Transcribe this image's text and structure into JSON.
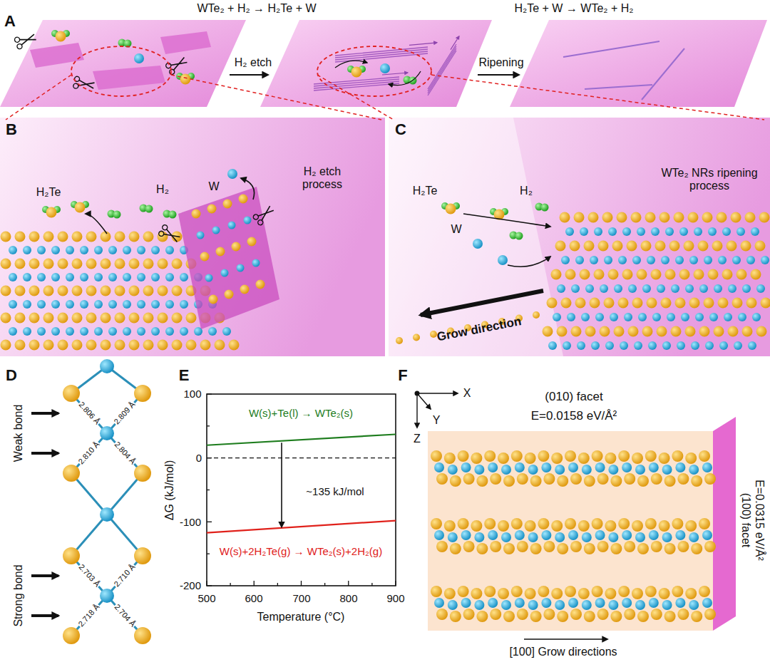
{
  "diagram": {
    "labels": [
      "A",
      "WTe₂ + H₂ → H₂Te + W",
      "H₂ etch",
      "H₂Te + W → WTe₂ + H₂",
      "Ripening",
      "B",
      "H₂Te",
      "H₂",
      "W",
      "H₂ etch process",
      "C",
      "H₂Te",
      "H₂",
      "W",
      "WTe₂ NRs ripening process",
      "Grow direction",
      "D",
      "Weak bond",
      "2.806 Å",
      "2.809 Å",
      "2.810 Å",
      "2.804 Å",
      "Strong bond",
      "2.703 Å",
      "2.710 Å",
      "2.718 Å",
      "2.704 Å",
      "E",
      "100",
      "0",
      "-100",
      "-200",
      "500",
      "600",
      "700",
      "800",
      "900",
      "ΔG (kJ/mol)",
      "Temperature (°C)",
      "W(s)+Te(l) → WTe₂(s)",
      "~135 kJ/mol",
      "W(s)+2H₂Te(g) → WTe₂(s)+2H₂(g)",
      "F",
      "X",
      "Y",
      "Z",
      "(010) facet",
      "E=0.0158 eV/Å²",
      "(100) facet",
      "E=0.0315 eV/Å²",
      "[100] Grow directions"
    ]
  }
}
